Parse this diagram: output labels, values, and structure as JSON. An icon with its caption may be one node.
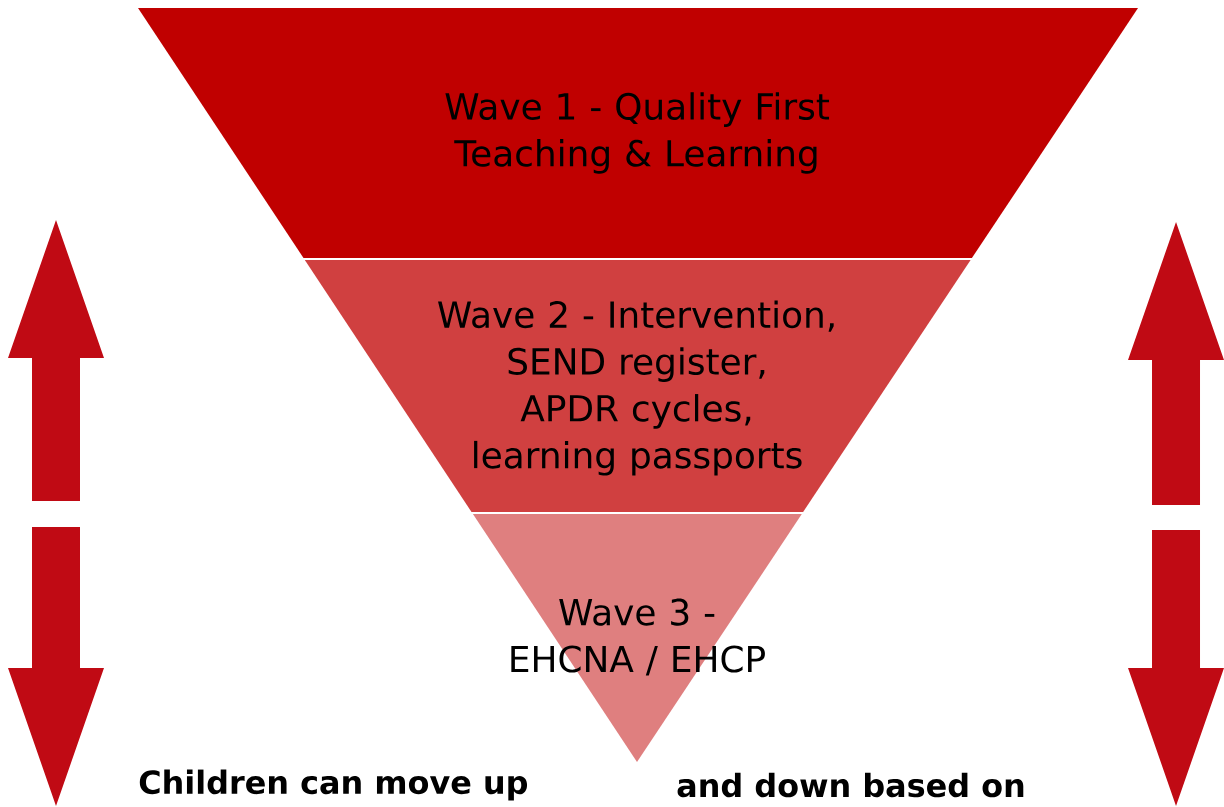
{
  "diagram": {
    "nodes": [
      {
        "text": [
          "Wave 1 - Quality First Teaching & Learning"
        ]
      },
      {
        "text": [
          "Wave 2 - Intervention, SEND register, APDR cycles, learning passports"
        ]
      },
      {
        "text": [
          "Wave 3 - EHCNA / EHCP"
        ]
      }
    ],
    "labels": [
      "Children can move up",
      "and down based on"
    ]
  }
}
